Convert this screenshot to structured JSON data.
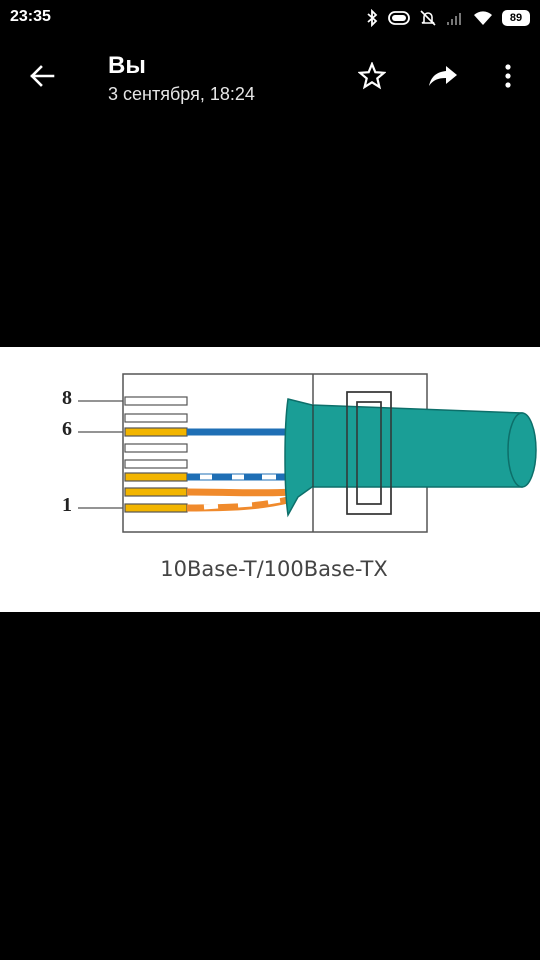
{
  "status_bar": {
    "time": "23:35",
    "battery": "89",
    "icons": [
      "bluetooth-icon",
      "toggle-icon",
      "alarm-off-icon",
      "signal-icon",
      "wifi-icon",
      "battery-icon"
    ]
  },
  "header": {
    "title": "Вы",
    "subtitle": "3 сентября, 18:24",
    "actions": [
      "back-arrow-icon",
      "star-icon",
      "share-icon",
      "more-vert-icon"
    ]
  },
  "image": {
    "caption": "10Base-T/100Base-TX",
    "pin_labels": [
      "8",
      "6",
      "1"
    ],
    "colors": {
      "cable": "#1a9e96",
      "orange": "#f08a2c",
      "blue": "#1f6fb5",
      "yellow": "#f2b500",
      "background": "#ffffff"
    }
  }
}
